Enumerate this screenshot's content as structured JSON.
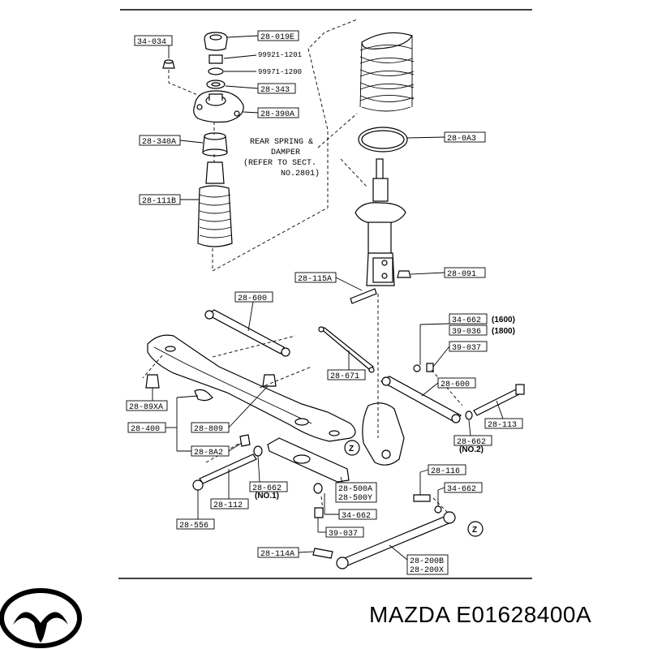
{
  "labels": {
    "l_34_034": "34-034",
    "l_28_019E": "28-019E",
    "l_99921": "99921-1201",
    "l_99971": "99971-1200",
    "l_28_343": "28-343",
    "l_28_390A": "28-390A",
    "l_28_340A": "28-340A",
    "l_28_111B": "28-111B",
    "l_28_0A3": "28-0A3",
    "l_28_091": "28-091",
    "l_28_115A": "28-115A",
    "l_28_600a": "28-600",
    "l_34_662a": "34-662",
    "l_39_036": "39-036",
    "l_39_037a": "39-037",
    "l_28_671": "28-671",
    "l_28_600b": "28-600",
    "l_28_113": "28-113",
    "l_28_89XA": "28-89XA",
    "l_28_400": "28-400",
    "l_28_809": "28-809",
    "l_28_8A2": "28-8A2",
    "l_28_662a": "28-662",
    "l_28_116": "28-116",
    "l_34_662b": "34-662",
    "l_28_662b": "28-662",
    "l_28_112": "28-112",
    "l_28_500A": "28-500A",
    "l_28_500Y": "28-500Y",
    "l_34_662c": "34-662",
    "l_28_556": "28-556",
    "l_39_037b": "39-037",
    "l_28_114A": "28-114A",
    "l_28_200B": "28-200B",
    "l_28_200X": "28-200X"
  },
  "notes": {
    "rear_spring_1": "REAR SPRING &",
    "rear_spring_2": "DAMPER",
    "rear_spring_3": "(REFER TO SECT.",
    "rear_spring_4": "NO.2801)",
    "v1600": "(1600)",
    "v1800": "(1800)",
    "no1": "(NO.1)",
    "no2": "(NO.2)",
    "z1": "Z",
    "z2": "Z"
  },
  "footer": {
    "brand_part": "MAZDA E01628400A",
    "logo": "mazda-logo"
  }
}
